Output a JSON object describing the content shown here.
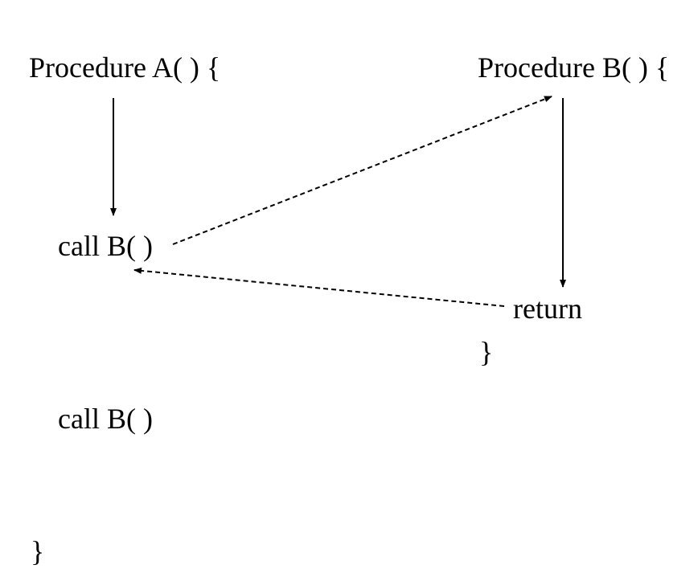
{
  "procedure_a": {
    "header": "Procedure A( ) {",
    "call_1": "call B( )",
    "call_2": "call B( )",
    "close": "}"
  },
  "procedure_b": {
    "header": "Procedure B( ) {",
    "return": "return",
    "close": "}"
  }
}
